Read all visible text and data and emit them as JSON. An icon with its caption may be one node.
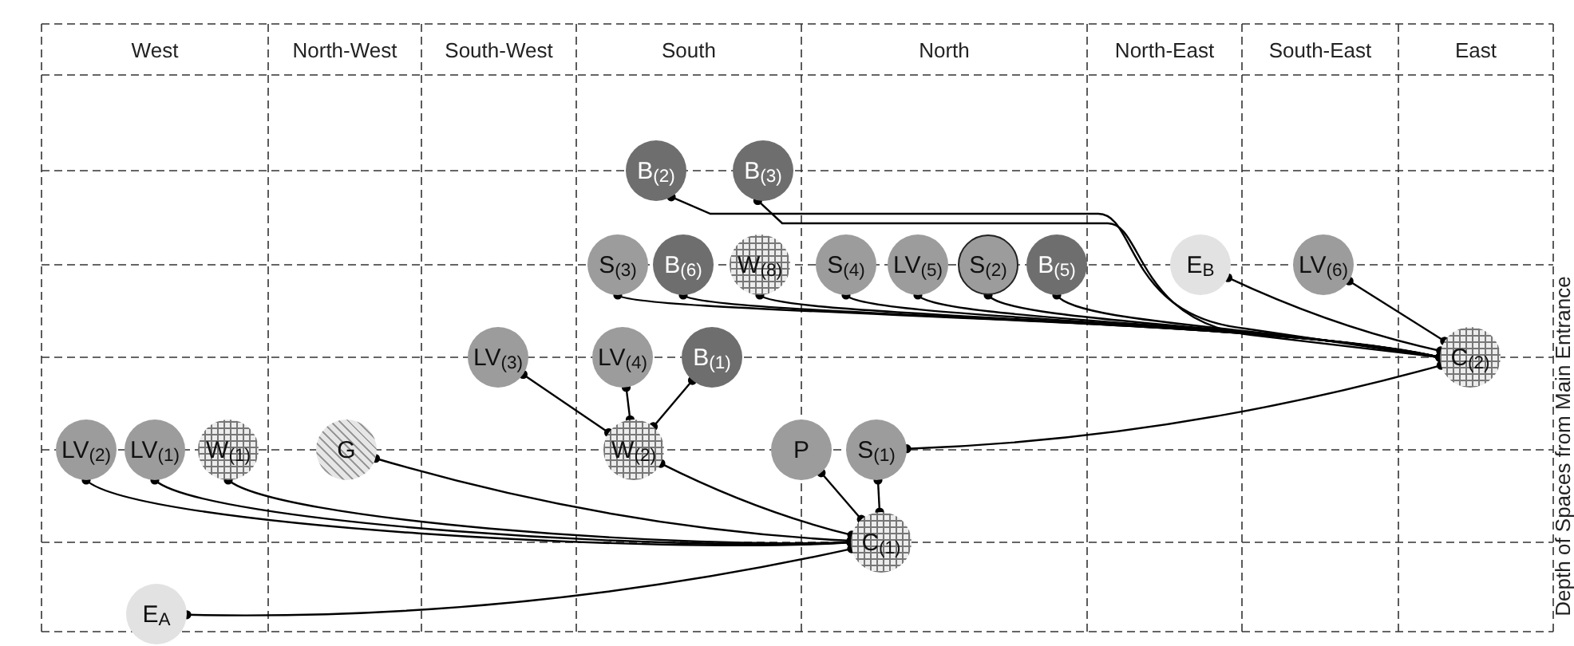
{
  "diagram": {
    "nodes": [
      {
        "text": [
          "B$_{(2)}$"
        ]
      },
      {
        "text": [
          "B$_{(3)}$"
        ]
      },
      {
        "text": [
          "S$_{(3)}$"
        ]
      },
      {
        "text": [
          "B$_{(6)}$"
        ]
      },
      {
        "text": [
          "W$_{(8)}$"
        ]
      },
      {
        "text": [
          "S$_{(4)}$"
        ]
      },
      {
        "text": [
          "LV$_{(5)}$"
        ]
      },
      {
        "text": [
          "S$_{(2)}$"
        ]
      },
      {
        "text": [
          "B$_{(5)}$"
        ]
      },
      {
        "text": [
          "E$_{B}$"
        ]
      },
      {
        "text": [
          "LV$_{(6)}$"
        ]
      },
      {
        "text": [
          "C$_{(2)}$"
        ]
      },
      {
        "text": [
          "LV$_{(3)}$"
        ]
      },
      {
        "text": [
          "LV$_{(4)}$"
        ]
      },
      {
        "text": [
          "B$_{(1)}$"
        ]
      },
      {
        "text": [
          "LV$_{(2)}$"
        ]
      },
      {
        "text": [
          "LV$_{(1)}$"
        ]
      },
      {
        "text": [
          "W$_{(1)}$"
        ]
      },
      {
        "text": [
          "G"
        ]
      },
      {
        "text": [
          "W$_{(2)}$"
        ]
      },
      {
        "text": [
          "P"
        ]
      },
      {
        "text": [
          "S$_{(1)}$"
        ]
      },
      {
        "text": [
          "C$_{(1)}$"
        ]
      },
      {
        "text": [
          "E$_{A}$"
        ]
      }
    ],
    "edges": [
      {
        "from": 0,
        "to": 11,
        "arrow": "other"
      },
      {
        "from": 1,
        "to": 11,
        "arrow": "other"
      },
      {
        "from": 2,
        "to": 11,
        "arrow": "other"
      },
      {
        "from": 3,
        "to": 11,
        "arrow": "other"
      },
      {
        "from": 4,
        "to": 11,
        "arrow": "other"
      },
      {
        "from": 5,
        "to": 11,
        "arrow": "other"
      },
      {
        "from": 6,
        "to": 11,
        "arrow": "other"
      },
      {
        "from": 7,
        "to": 11,
        "arrow": "other"
      },
      {
        "from": 8,
        "to": 11,
        "arrow": "other"
      },
      {
        "from": 9,
        "to": 11,
        "arrow": "other"
      },
      {
        "from": 10,
        "to": 11,
        "arrow": "other"
      },
      {
        "from": 21,
        "to": 11,
        "arrow": "other"
      },
      {
        "from": 12,
        "to": 19,
        "arrow": "other"
      },
      {
        "from": 13,
        "to": 19,
        "arrow": "other"
      },
      {
        "from": 14,
        "to": 19,
        "arrow": "other"
      },
      {
        "from": 15,
        "to": 22,
        "arrow": "other"
      },
      {
        "from": 16,
        "to": 22,
        "arrow": "other"
      },
      {
        "from": 17,
        "to": 22,
        "arrow": "other"
      },
      {
        "from": 18,
        "to": 22,
        "arrow": "other"
      },
      {
        "from": 19,
        "to": 22,
        "arrow": "other"
      },
      {
        "from": 20,
        "to": 22,
        "arrow": "other"
      },
      {
        "from": 21,
        "to": 22,
        "arrow": "other"
      },
      {
        "from": 23,
        "to": 22,
        "arrow": "other"
      }
    ],
    "labels": [
      "West",
      "North-West",
      "South-West",
      "South",
      "North",
      "North-East",
      "South-East",
      "East",
      "Depth of Spaces from Main Entrance"
    ]
  }
}
